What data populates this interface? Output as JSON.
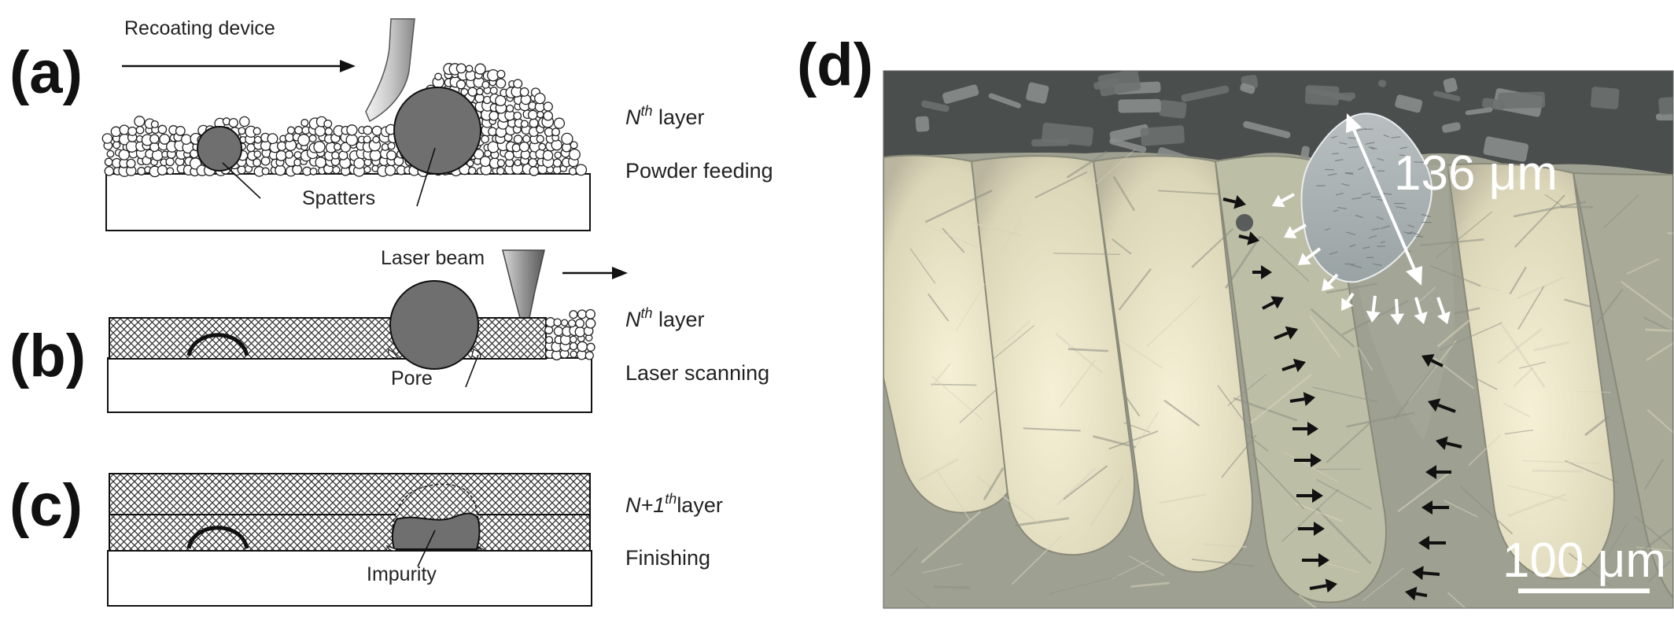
{
  "panels": {
    "a": {
      "label": "(a)",
      "recoating_label": "Recoating device",
      "spatters_label": "Spatters",
      "layer_label": {
        "prefix": "N",
        "sup": "th",
        "suffix": " layer"
      },
      "step_label": "Powder feeding"
    },
    "b": {
      "label": "(b)",
      "laser_label": "Laser beam",
      "pore_label": "Pore",
      "layer_label": {
        "prefix": "N",
        "sup": "th",
        "suffix": " layer"
      },
      "step_label": "Laser scanning"
    },
    "c": {
      "label": "(c)",
      "impurity_label": "Impurity",
      "layer_label": {
        "prefix": "N+1",
        "sup": "th",
        "suffix": "layer"
      },
      "step_label": "Finishing"
    },
    "d": {
      "label": "(d)",
      "measurement_label": "136 μm",
      "scale_bar_label": "100 μm"
    }
  },
  "colors": {
    "particle_fill": "#6f6f6f",
    "substrate_fill": "#ffffff",
    "micrograph_base": "#b8b8a0",
    "mount_dark": "#4a4e4c",
    "arrow_white": "#ffffff",
    "arrow_black": "#111111"
  }
}
